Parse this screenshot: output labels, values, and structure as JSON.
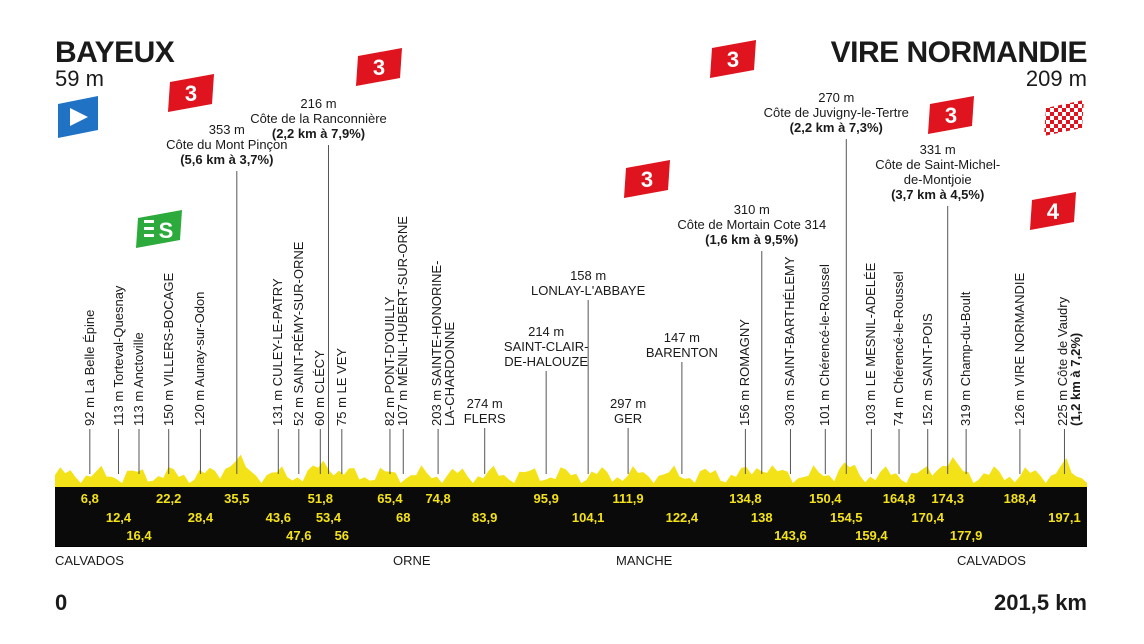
{
  "start": {
    "city": "BAYEUX",
    "altitude": "59 m"
  },
  "finish": {
    "city": "VIRE NORMANDIE",
    "altitude": "209 m"
  },
  "distance": {
    "start": "0",
    "end": "201,5 km"
  },
  "regions": [
    {
      "name": "CALVADOS",
      "km": 0
    },
    {
      "name": "ORNE",
      "km": 71
    },
    {
      "name": "MANCHE",
      "km": 117
    },
    {
      "name": "CALVADOS",
      "km": 178
    }
  ],
  "markers": [
    {
      "km": 6.8,
      "label": "6,8",
      "row": 0
    },
    {
      "km": 12.4,
      "label": "12,4",
      "row": 1
    },
    {
      "km": 16.4,
      "label": "16,4",
      "row": 2
    },
    {
      "km": 22.2,
      "label": "22,2",
      "row": 0
    },
    {
      "km": 28.4,
      "label": "28,4",
      "row": 1
    },
    {
      "km": 35.5,
      "label": "35,5",
      "row": 0
    },
    {
      "km": 43.6,
      "label": "43,6",
      "row": 1
    },
    {
      "km": 47.6,
      "label": "47,6",
      "row": 2
    },
    {
      "km": 51.8,
      "label": "51,8",
      "row": 0
    },
    {
      "km": 53.4,
      "label": "53,4",
      "row": 1
    },
    {
      "km": 56,
      "label": "56",
      "row": 2
    },
    {
      "km": 65.4,
      "label": "65,4",
      "row": 0
    },
    {
      "km": 68,
      "label": "68",
      "row": 1
    },
    {
      "km": 74.8,
      "label": "74,8",
      "row": 0
    },
    {
      "km": 83.9,
      "label": "83,9",
      "row": 1
    },
    {
      "km": 95.9,
      "label": "95,9",
      "row": 0
    },
    {
      "km": 104.1,
      "label": "104,1",
      "row": 1
    },
    {
      "km": 111.9,
      "label": "111,9",
      "row": 0
    },
    {
      "km": 122.4,
      "label": "122,4",
      "row": 1
    },
    {
      "km": 134.8,
      "label": "134,8",
      "row": 0
    },
    {
      "km": 138,
      "label": "138",
      "row": 1
    },
    {
      "km": 143.6,
      "label": "143,6",
      "row": 2
    },
    {
      "km": 150.4,
      "label": "150,4",
      "row": 0
    },
    {
      "km": 154.5,
      "label": "154,5",
      "row": 1
    },
    {
      "km": 159.4,
      "label": "159,4",
      "row": 2
    },
    {
      "km": 164.8,
      "label": "164,8",
      "row": 0
    },
    {
      "km": 170.4,
      "label": "170,4",
      "row": 1
    },
    {
      "km": 174.3,
      "label": "174,3",
      "row": 0
    },
    {
      "km": 177.9,
      "label": "177,9",
      "row": 2
    },
    {
      "km": 188.4,
      "label": "188,4",
      "row": 0
    },
    {
      "km": 197.1,
      "label": "197,1",
      "row": 1
    }
  ],
  "waypoints": [
    {
      "km": 6.8,
      "text": "92 m La Belle Épine"
    },
    {
      "km": 12.4,
      "text": "113 m Torteval-Quesnay"
    },
    {
      "km": 16.4,
      "text": "113 m Anctoville"
    },
    {
      "km": 22.2,
      "text": "150 m VILLERS-BOCAGE"
    },
    {
      "km": 28.4,
      "text": "120 m Aunay-sur-Odon"
    },
    {
      "km": 43.6,
      "text": "131 m CULEY-LE-PATRY"
    },
    {
      "km": 47.6,
      "text": "52 m SAINT-RÉMY-SUR-ORNE"
    },
    {
      "km": 51.8,
      "text": "60 m CLÉCY"
    },
    {
      "km": 56,
      "text": "75 m LE VEY"
    },
    {
      "km": 65.4,
      "text": "82 m PONT-D'OUILLY"
    },
    {
      "km": 68,
      "text": "107 m MÉNIL-HUBERT-SUR-ORNE"
    },
    {
      "km": 74.8,
      "text": "203 m SAINTE-HONORINE-",
      "text2": "LA-CHARDONNE"
    },
    {
      "km": 134.8,
      "text": "156 m ROMAGNY"
    },
    {
      "km": 143.6,
      "text": "303 m SAINT-BARTHÉLEMY"
    },
    {
      "km": 150.4,
      "text": "101 m Chérencé-le-Roussel"
    },
    {
      "km": 159.4,
      "text": "103 m LE MESNIL-ADELÉE"
    },
    {
      "km": 164.8,
      "text": "74 m Chérencé-le-Roussel"
    },
    {
      "km": 170.4,
      "text": "152 m SAINT-POIS"
    },
    {
      "km": 177.9,
      "text": "319 m Champ-du-Boult"
    },
    {
      "km": 188.4,
      "text": "126 m VIRE NORMANDIE"
    },
    {
      "km": 197.1,
      "text": "225 m Côte de Vaudry",
      "text2": "(1,2 km à 7,2%)",
      "bold2": true
    }
  ],
  "towns": [
    {
      "km": 83.9,
      "alt": "274 m",
      "name": "FLERS",
      "name2": ""
    },
    {
      "km": 95.9,
      "alt": "214 m",
      "name": "SAINT-CLAIR-",
      "name2": "DE-HALOUZE"
    },
    {
      "km": 104.1,
      "alt": "158 m",
      "name": "LONLAY-L'ABBAYE",
      "name2": ""
    },
    {
      "km": 111.9,
      "alt": "297 m",
      "name": "GER",
      "name2": ""
    },
    {
      "km": 122.4,
      "alt": "147 m",
      "name": "BARENTON",
      "name2": ""
    }
  ],
  "climbs": [
    {
      "km": 35.5,
      "category": "3",
      "alt": "353 m",
      "name": "Côte du Mont Pinçon",
      "name2": "",
      "stats": "(5,6 km à 3,7%)"
    },
    {
      "km": 53.4,
      "category": "3",
      "alt": "216 m",
      "name": "Côte de la Ranconnière",
      "name2": "",
      "stats": "(2,2 km à 7,9%)"
    },
    {
      "km": 138,
      "category": "3",
      "alt": "310 m",
      "name": "Côte de Mortain Cote 314",
      "name2": "",
      "stats": "(1,6 km à 9,5%)"
    },
    {
      "km": 154.5,
      "category": "3",
      "alt": "270 m",
      "name": "Côte de Juvigny-le-Tertre",
      "name2": "",
      "stats": "(2,2 km à 7,3%)"
    },
    {
      "km": 174.3,
      "category": "3",
      "alt": "331 m",
      "name": "Côte de Saint-Michel-",
      "name2": "de-Montjoie",
      "stats": "(3,7 km à 4,5%)"
    }
  ],
  "vaudry_category": "4",
  "sprint": {
    "km": 22.2,
    "label": "S"
  },
  "colors": {
    "profile": "#f4e218",
    "bar": "#0a0a0a",
    "km_text": "#f4e218",
    "climb_flag": "#e0141e",
    "start_flag": "#1f72c4",
    "sprint_flag": "#2daa3c"
  },
  "icons": [
    "start-flag-icon",
    "finish-flag-icon",
    "climb-category-icon",
    "sprint-icon"
  ]
}
